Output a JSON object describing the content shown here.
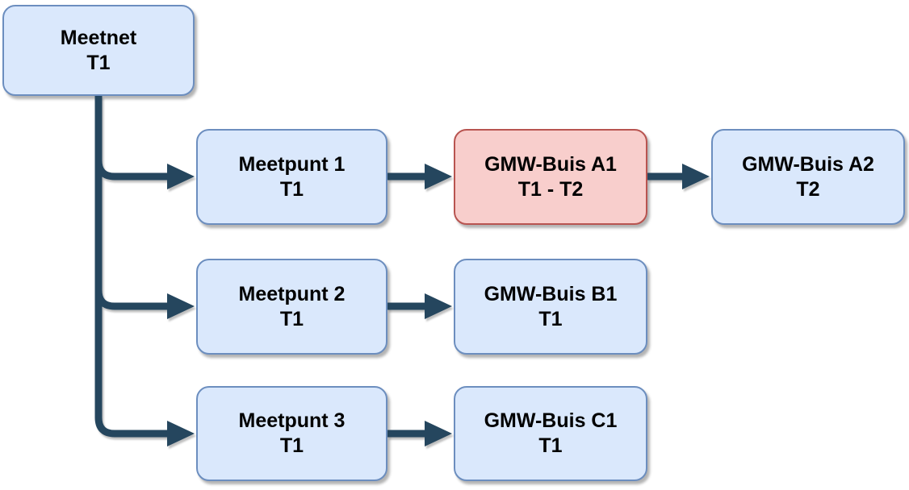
{
  "diagram": {
    "background": "#ffffff",
    "colors": {
      "node_fill_blue": "#dae8fc",
      "node_border_blue": "#6c8ebf",
      "node_fill_red": "#f8cecc",
      "node_border_red": "#b85450",
      "connector": "#25465E",
      "text": "#000000"
    },
    "nodes": [
      {
        "id": "meetnet",
        "label": "Meetnet",
        "sublabel": "T1",
        "variant": "blue"
      },
      {
        "id": "meetpunt-1",
        "label": "Meetpunt 1",
        "sublabel": "T1",
        "variant": "blue"
      },
      {
        "id": "gmw-buis-a1",
        "label": "GMW-Buis A1",
        "sublabel": "T1 - T2",
        "variant": "red"
      },
      {
        "id": "gmw-buis-a2",
        "label": "GMW-Buis A2",
        "sublabel": "T2",
        "variant": "blue"
      },
      {
        "id": "meetpunt-2",
        "label": "Meetpunt 2",
        "sublabel": "T1",
        "variant": "blue"
      },
      {
        "id": "gmw-buis-b1",
        "label": "GMW-Buis B1",
        "sublabel": "T1",
        "variant": "blue"
      },
      {
        "id": "meetpunt-3",
        "label": "Meetpunt 3",
        "sublabel": "T1",
        "variant": "blue"
      },
      {
        "id": "gmw-buis-c1",
        "label": "GMW-Buis C1",
        "sublabel": "T1",
        "variant": "blue"
      }
    ],
    "edges": [
      {
        "from": "meetnet",
        "to": "meetpunt-1"
      },
      {
        "from": "meetnet",
        "to": "meetpunt-2"
      },
      {
        "from": "meetnet",
        "to": "meetpunt-3"
      },
      {
        "from": "meetpunt-1",
        "to": "gmw-buis-a1"
      },
      {
        "from": "gmw-buis-a1",
        "to": "gmw-buis-a2"
      },
      {
        "from": "meetpunt-2",
        "to": "gmw-buis-b1"
      },
      {
        "from": "meetpunt-3",
        "to": "gmw-buis-c1"
      }
    ]
  }
}
